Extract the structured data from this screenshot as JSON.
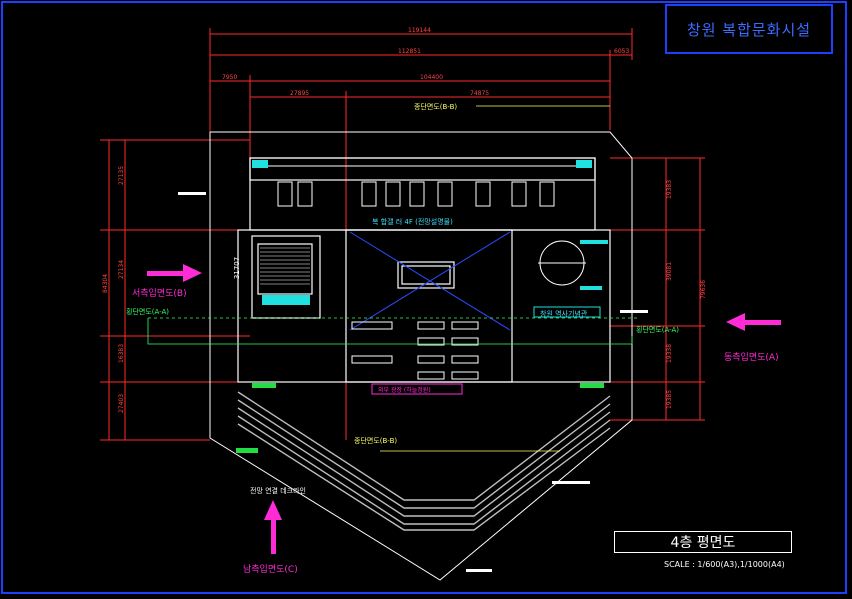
{
  "title": "창원 복합문화시설",
  "plan_name": "4층 평면도",
  "scale": "SCALE : 1/600(A3),1/1000(A4)",
  "elevations": {
    "west": "서측입면도(B)",
    "east": "동측입면도(A)",
    "south": "남측입면도(C)"
  },
  "sections": {
    "top": "종단면도(B-B)",
    "bottom": "종단면도(B-B)",
    "left": "횡단면도(A-A)",
    "right": "횡단면도(A-A)"
  },
  "rooms": {
    "gallery_4f": "복 합갤 러 4F (전망설명물)",
    "history_hall": "창원 역사기념관",
    "outdoor": "외부 광장 (하늘정원)",
    "plaza": "전망 연결 데크라인"
  },
  "dimensions": {
    "d1": "119144",
    "d2": "112851",
    "d3": "7950",
    "d4": "104400",
    "d5": "27895",
    "d6": "74875",
    "d7": "6053",
    "d8": "27135",
    "d9": "27134",
    "d10": "16383",
    "d11": "27403",
    "d12": "84304",
    "d13": "19383",
    "d14": "39081",
    "d15": "19338",
    "d16": "19385",
    "d17": "79636",
    "d18": "31707"
  },
  "colors": {
    "frame": "#1f3fff",
    "elevation_arrow": "#ff2bd6",
    "dimension": "#ff2a2a",
    "section": "#ffff66"
  }
}
